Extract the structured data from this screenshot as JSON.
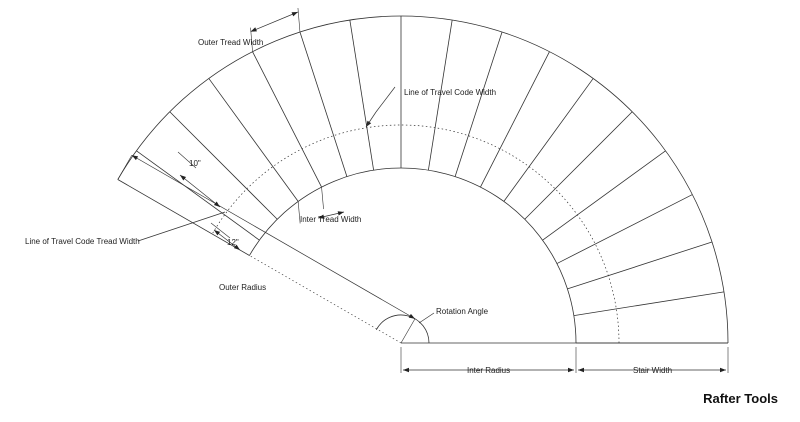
{
  "labels": {
    "outer_tread_width": "Outer Tread Width",
    "line_of_travel_code_width": "Line of Travel Code Width",
    "ten_inch": "10\"",
    "line_of_travel_code_tread_width": "Line of Travel Code Tread Width",
    "inter_tread_width": "Inter Tread Width",
    "twelve_inch": "12\"",
    "outer_radius": "Outer Radius",
    "rotation_angle": "Rotation Angle",
    "inter_radius": "Inter Radius",
    "stair_width": "Stair Width"
  },
  "brand": "Rafter Tools"
}
